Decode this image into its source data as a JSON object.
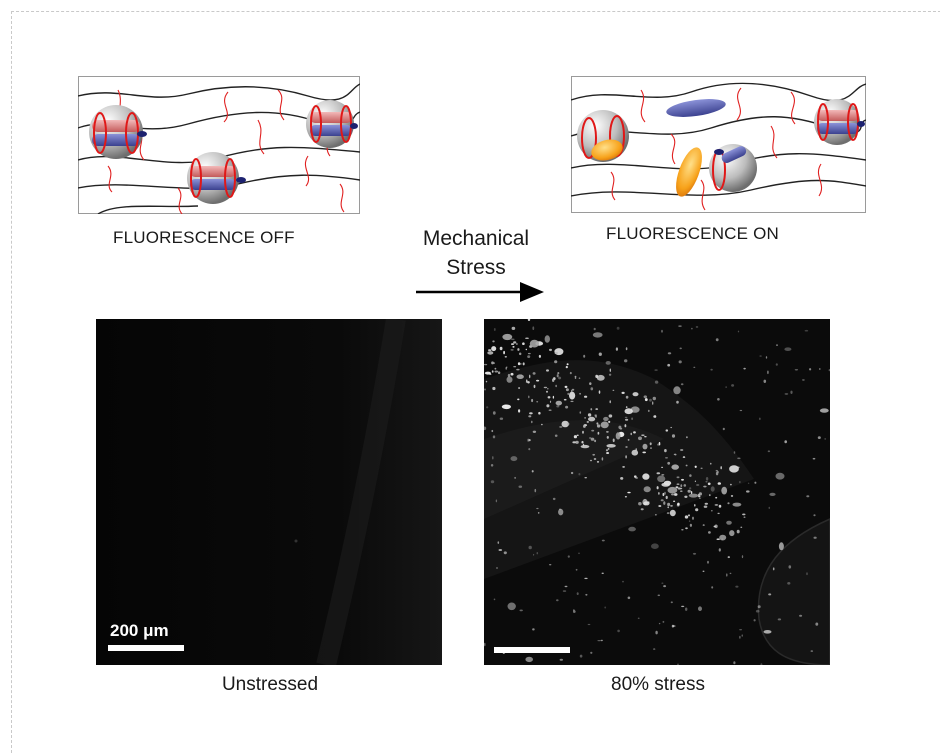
{
  "figure": {
    "left_schematic_label": "FLUORESCENCE OFF",
    "right_schematic_label": "FLUORESCENCE ON",
    "arrow_text_line1": "Mechanical",
    "arrow_text_line2": "Stress",
    "scale_bar_text": "200 μm",
    "left_image_caption": "Unstressed",
    "right_image_caption": "80% stress"
  },
  "colors": {
    "network_black": "#222222",
    "network_red": "#e02020",
    "ring_red": "#e01818",
    "quencher_blue": "#2a2f8a",
    "dye_orange": "#f7a21a",
    "sphere_gray": "#9a9a9a"
  }
}
